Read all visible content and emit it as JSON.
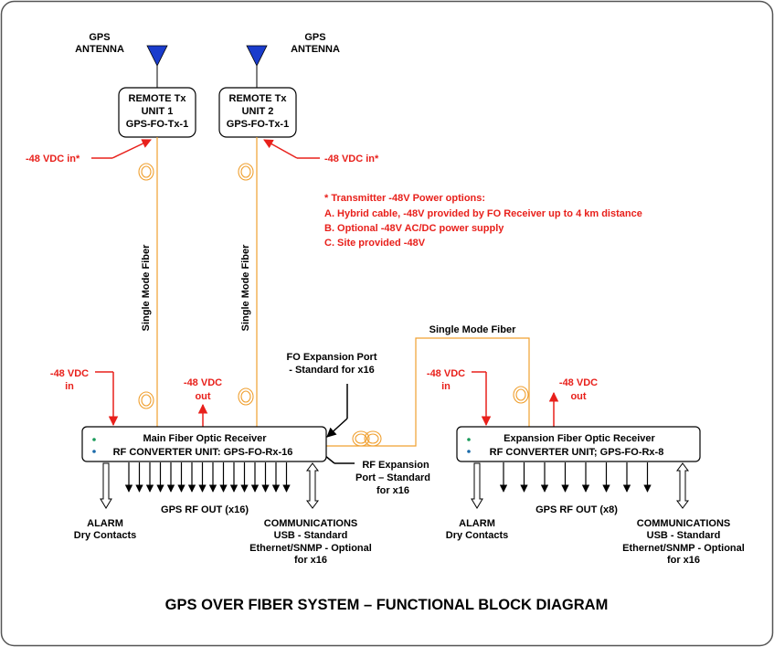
{
  "title": "GPS OVER FIBER SYSTEM – FUNCTIONAL BLOCK DIAGRAM",
  "colors": {
    "power_text": "#e8201b",
    "fiber": "#f0a030",
    "antenna": "#1a3ccc"
  },
  "antennas": [
    {
      "line1": "GPS",
      "line2": "ANTENNA"
    },
    {
      "line1": "GPS",
      "line2": "ANTENNA"
    }
  ],
  "tx_units": [
    {
      "line1": "REMOTE Tx",
      "line2": "UNIT 1",
      "line3": "GPS-FO-Tx-1",
      "power": "-48 VDC in*"
    },
    {
      "line1": "REMOTE Tx",
      "line2": "UNIT 2",
      "line3": "GPS-FO-Tx-1",
      "power": "-48 VDC in*"
    }
  ],
  "fiber_label": "Single Mode Fiber",
  "power_note": {
    "heading": "* Transmitter -48V Power options:",
    "options": [
      "A. Hybrid cable, -48V provided by FO Receiver up to 4 km distance",
      "B. Optional -48V AC/DC power supply",
      "C. Site provided -48V"
    ]
  },
  "main_receiver": {
    "line1": "Main Fiber Optic Receiver",
    "line2": "RF CONVERTER UNIT: GPS-FO-Rx-16",
    "power_in": [
      "-48 VDC",
      "in"
    ],
    "power_out": [
      "-48 VDC",
      "out"
    ],
    "alarm": [
      "ALARM",
      "Dry Contacts"
    ],
    "rf_out": "GPS RF OUT (x16)",
    "comms": [
      "COMMUNICATIONS",
      "USB - Standard",
      "Ethernet/SNMP - Optional",
      "for x16"
    ],
    "fo_port": [
      "FO Expansion Port",
      "- Standard for x16"
    ],
    "rf_port": [
      "RF Expansion",
      "Port – Standard",
      "for x16"
    ]
  },
  "expansion_receiver": {
    "line1": "Expansion Fiber Optic Receiver",
    "line2": "RF CONVERTER UNIT; GPS-FO-Rx-8",
    "power_in": [
      "-48 VDC",
      "in"
    ],
    "power_out": [
      "-48 VDC",
      "out"
    ],
    "alarm": [
      "ALARM",
      "Dry Contacts"
    ],
    "rf_out": "GPS RF OUT (x8)",
    "comms": [
      "COMMUNICATIONS",
      "USB - Standard",
      "Ethernet/SNMP - Optional",
      "for x16"
    ]
  }
}
